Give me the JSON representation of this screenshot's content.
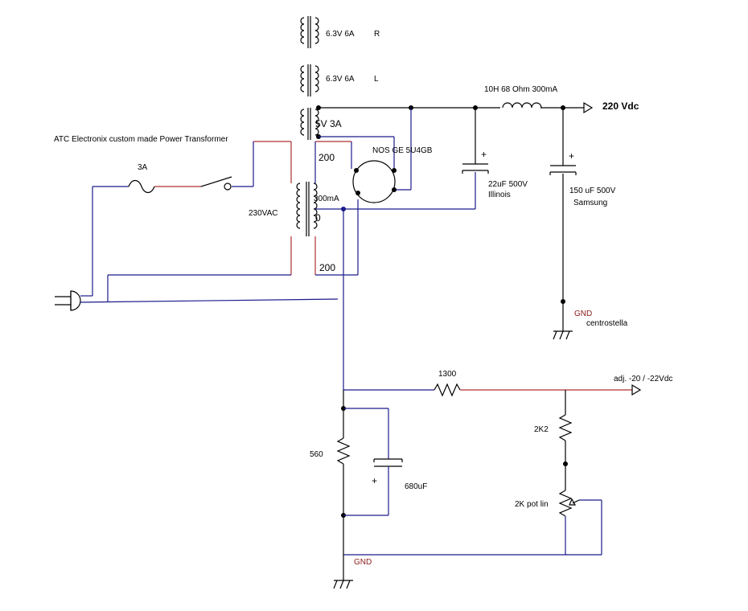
{
  "labels": {
    "heater_r": "6.3V 6A",
    "heater_r_side": "R",
    "heater_l": "6.3V 6A",
    "heater_l_side": "L",
    "rect_heater": "5V 3A",
    "transformer_title": "ATC Electronix custom made Power Transformer",
    "fuse": "3A",
    "primary": "230VAC",
    "tap_200_top": "200",
    "tap_current": "300mA",
    "tap_zero": "0",
    "tap_200_bottom": "200",
    "rectifier": "NOS GE 5U4GB",
    "choke": "10H 68 Ohm 300mA",
    "output_hv": "220 Vdc",
    "cap1_value": "22uF 500V",
    "cap1_brand": "Illinois",
    "cap2_value": "150 uF 500V",
    "cap2_brand": "Samsung",
    "gnd1": "GND",
    "star_ground": "centrostella",
    "r_series": "1300",
    "output_bias": "adj. -20 / -22Vdc",
    "r_2k2": "2K2",
    "r_560": "560",
    "cap3_value": "680uF",
    "pot": "2K pot lin",
    "gnd2": "GND"
  },
  "colors": {
    "wire_blue": "#1a1a8c",
    "wire_red": "#b03030",
    "wire_black": "#000000",
    "gnd_label": "#8b1a1a"
  }
}
